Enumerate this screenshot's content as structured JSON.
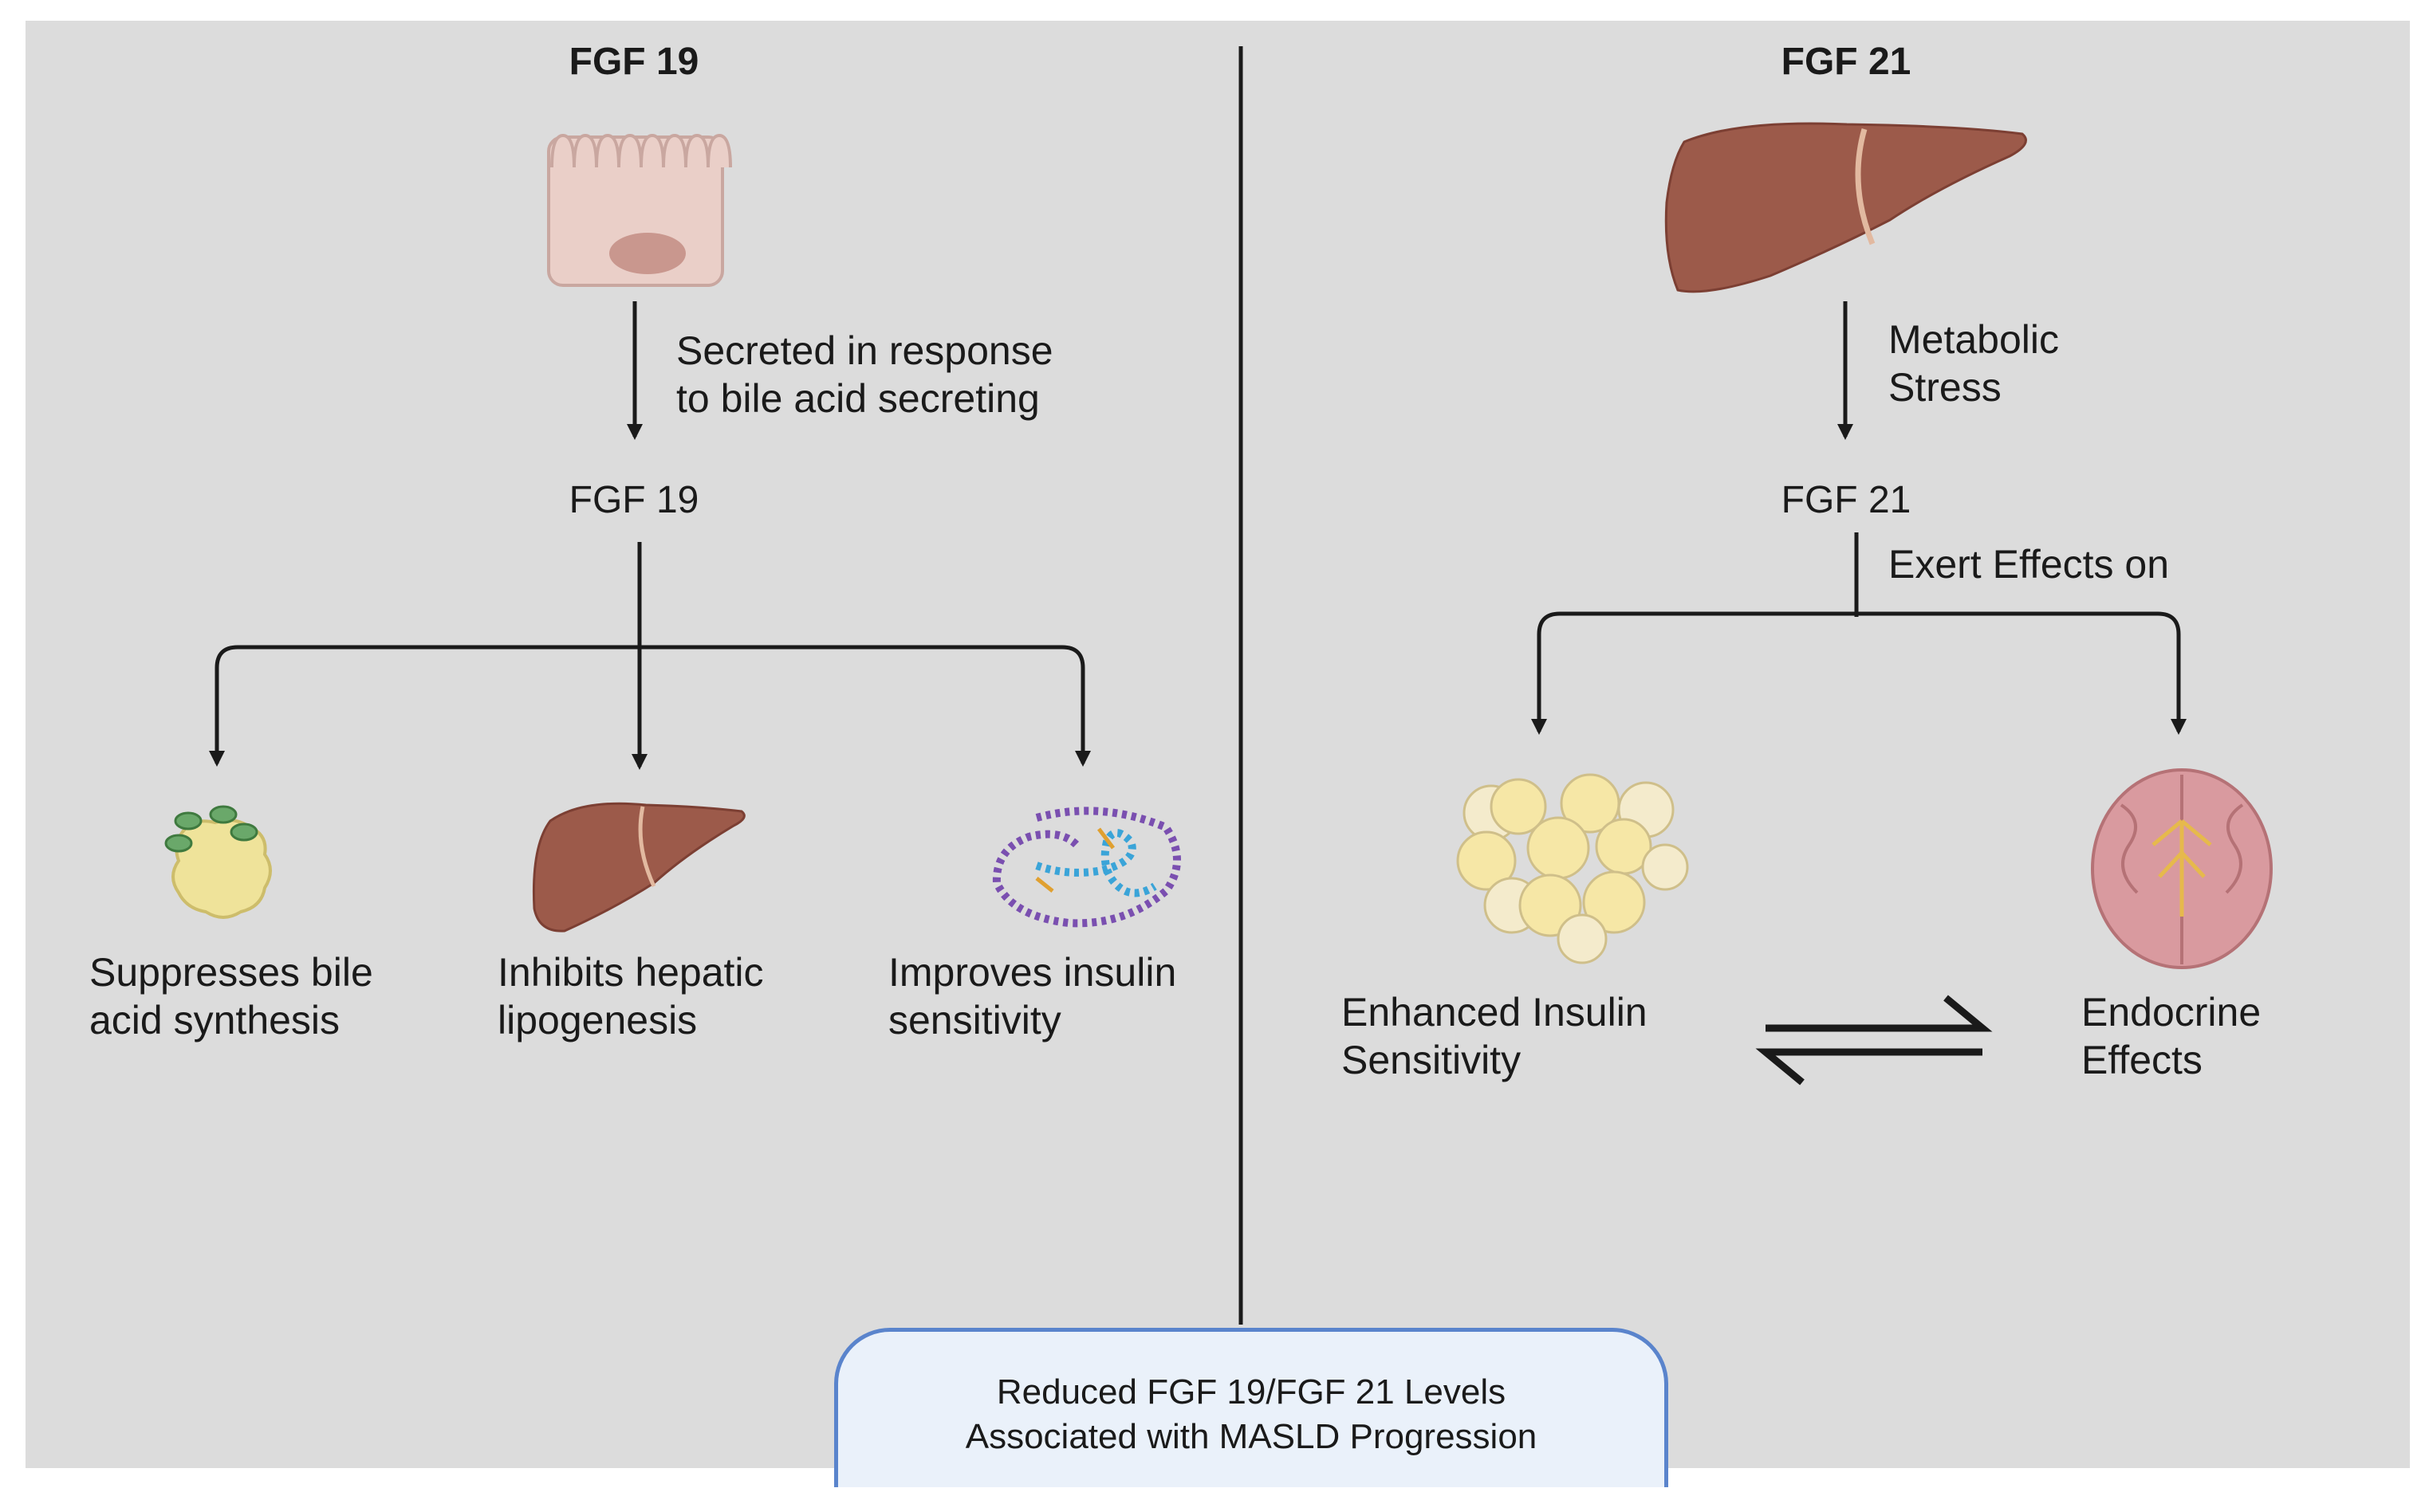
{
  "left": {
    "heading": "FGF 19",
    "secretion_line1": "Secreted in response",
    "secretion_line2": "to bile acid secreting",
    "mid_label": "FGF 19",
    "effects": [
      {
        "line1": "Suppresses bile",
        "line2": "acid synthesis"
      },
      {
        "line1": "Inhibits hepatic",
        "line2": "lipogenesis"
      },
      {
        "line1": "Improves insulin",
        "line2": "sensitivity"
      }
    ]
  },
  "right": {
    "heading": "FGF 21",
    "stress_line1": "Metabolic",
    "stress_line2": "Stress",
    "mid_label": "FGF 21",
    "exert_label": "Exert Effects on",
    "effects": [
      {
        "line1": "Enhanced Insulin",
        "line2": "Sensitivity"
      },
      {
        "line1": "Endocrine",
        "line2": "Effects"
      }
    ]
  },
  "footer": {
    "line1": "Reduced FGF 19/FGF 21 Levels",
    "line2": "Associated with MASLD Progression"
  },
  "colors": {
    "background": "#dcdcdc",
    "arrow": "#1a1a1a",
    "liver": "#9c5a4a",
    "box_border": "#5a84cc"
  },
  "icons": [
    "intestinal-cell-icon",
    "liver-icon",
    "bile-acid-droplet-icon",
    "insulin-protein-icon",
    "adipocytes-icon",
    "brain-icon",
    "equilibrium-arrows-icon"
  ]
}
